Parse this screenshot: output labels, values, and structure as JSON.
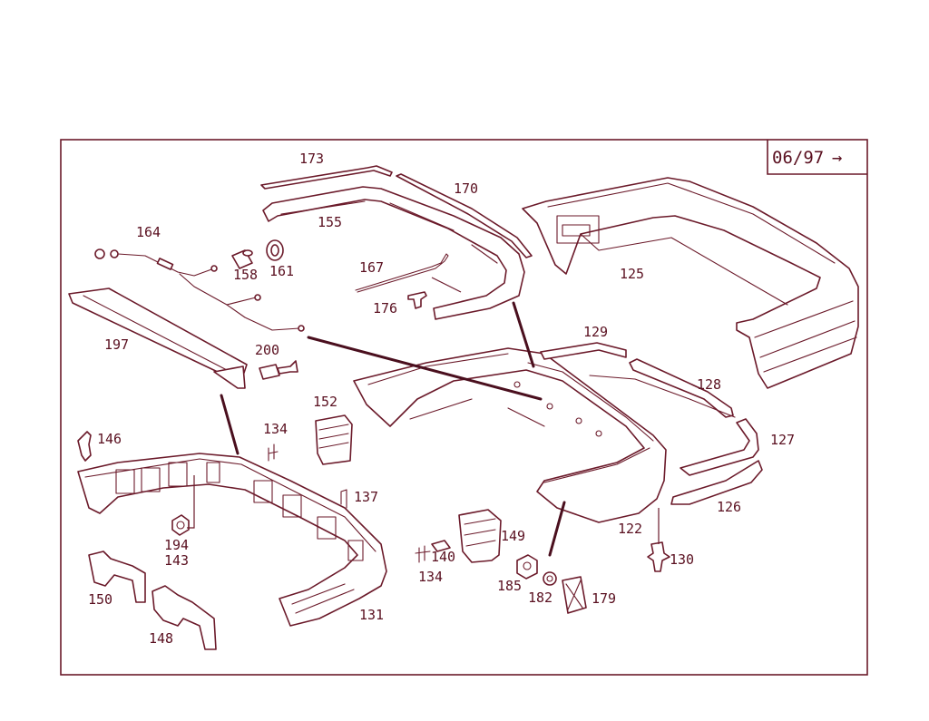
{
  "date_code": {
    "text": "06/97",
    "arrow": "→"
  },
  "callouts": [
    {
      "id": "173",
      "text": "173"
    },
    {
      "id": "170",
      "text": "170"
    },
    {
      "id": "155",
      "text": "155"
    },
    {
      "id": "164",
      "text": "164"
    },
    {
      "id": "158",
      "text": "158"
    },
    {
      "id": "161",
      "text": "161"
    },
    {
      "id": "167",
      "text": "167"
    },
    {
      "id": "176",
      "text": "176"
    },
    {
      "id": "125",
      "text": "125"
    },
    {
      "id": "197",
      "text": "197"
    },
    {
      "id": "200",
      "text": "200"
    },
    {
      "id": "129",
      "text": "129"
    },
    {
      "id": "128",
      "text": "128"
    },
    {
      "id": "152",
      "text": "152"
    },
    {
      "id": "134a",
      "text": "134"
    },
    {
      "id": "146",
      "text": "146"
    },
    {
      "id": "137",
      "text": "137"
    },
    {
      "id": "127",
      "text": "127"
    },
    {
      "id": "126",
      "text": "126"
    },
    {
      "id": "122",
      "text": "122"
    },
    {
      "id": "149",
      "text": "149"
    },
    {
      "id": "140",
      "text": "140"
    },
    {
      "id": "134b",
      "text": "134"
    },
    {
      "id": "194",
      "text": "194"
    },
    {
      "id": "143",
      "text": "143"
    },
    {
      "id": "130",
      "text": "130"
    },
    {
      "id": "185",
      "text": "185"
    },
    {
      "id": "182",
      "text": "182"
    },
    {
      "id": "179",
      "text": "179"
    },
    {
      "id": "150",
      "text": "150"
    },
    {
      "id": "131",
      "text": "131"
    },
    {
      "id": "148",
      "text": "148"
    }
  ],
  "colors": {
    "line": "#6b1a2a",
    "text": "#5a1020",
    "background": "#ffffff"
  }
}
